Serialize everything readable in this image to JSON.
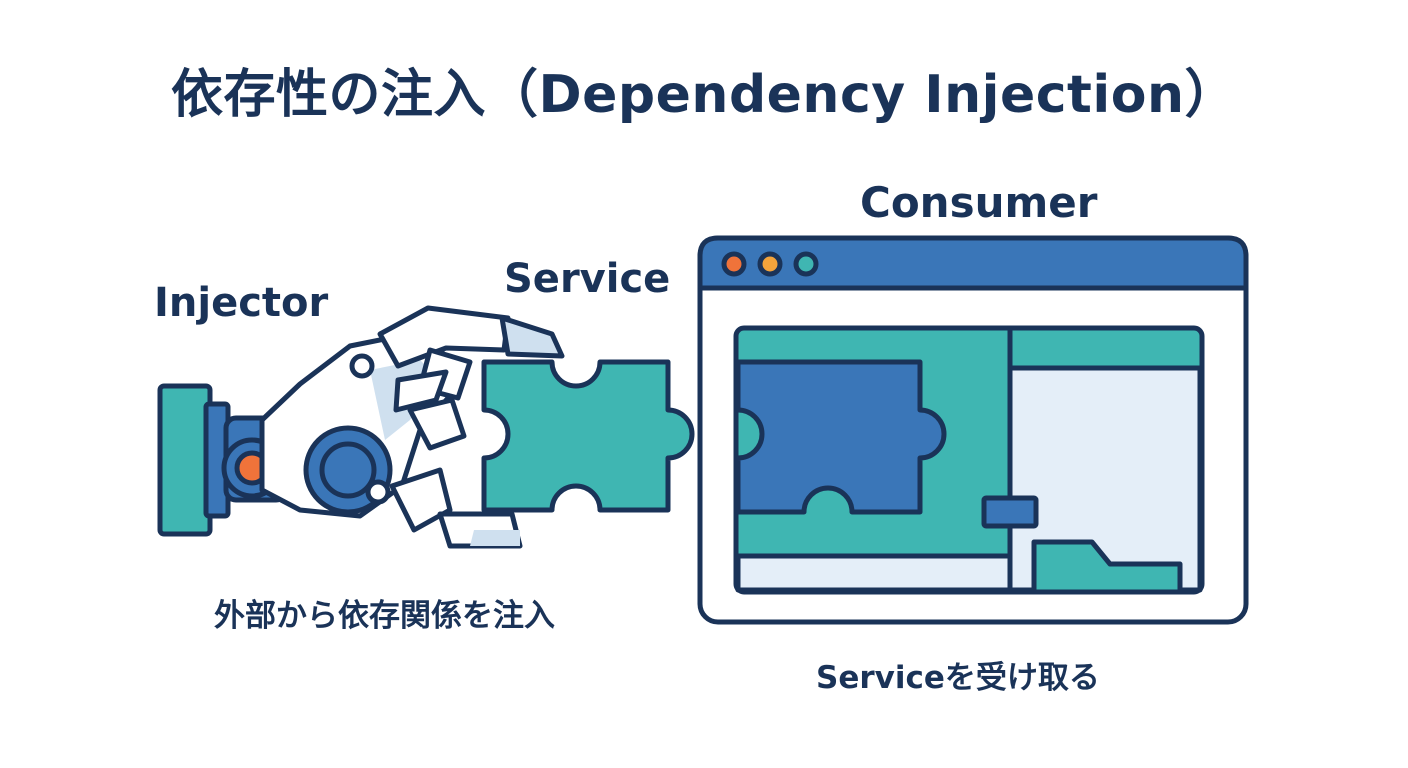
{
  "title": "依存性の注入（Dependency Injection）",
  "labels": {
    "injector": "Injector",
    "service": "Service",
    "consumer": "Consumer"
  },
  "captions": {
    "injector": "外部から依存関係を注入",
    "consumer": "Serviceを受け取る"
  },
  "icons": {
    "injector": "robot-hand-icon",
    "service": "puzzle-piece-icon",
    "consumer": "browser-window-icon"
  },
  "colors": {
    "navy": "#1a3358",
    "teal": "#3fb6b2",
    "blue": "#3a76b8",
    "orange": "#f0733a",
    "yellow": "#f3a33b",
    "light_blue": "#e4eef8",
    "hand_shadow": "#cfe0ef"
  }
}
